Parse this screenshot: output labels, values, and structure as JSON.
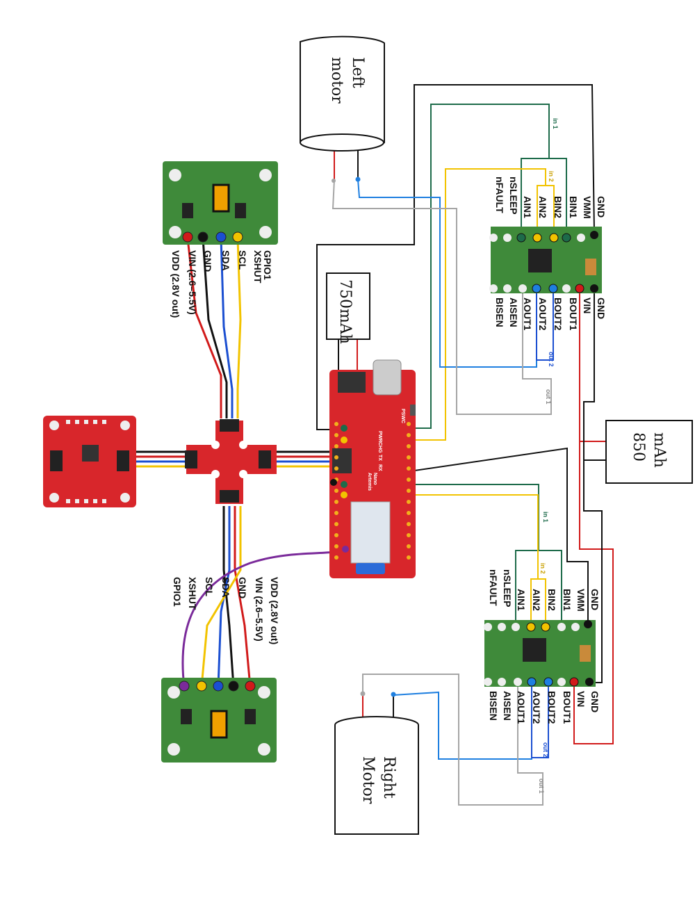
{
  "left_motor": {
    "line1": "Left",
    "line2": "motor"
  },
  "right_motor": {
    "line1": "Right",
    "line2": "Motor"
  },
  "battery_750": {
    "label": "750mAh"
  },
  "battery_850": {
    "line1": "850",
    "line2": "mAh"
  },
  "tof_sensor_top": {
    "pins": [
      "GPIO1",
      "XSHUT",
      "SCL",
      "SDA",
      "GND",
      "VIN (2.6–5.5V)",
      "VDD (2.8V out)"
    ]
  },
  "tof_sensor_bottom": {
    "pins": [
      "VDD (2.8V out)",
      "VIN (2.6–5.5V)",
      "GND",
      "SDA",
      "SCL",
      "XSHUT",
      "GPIO1"
    ]
  },
  "motor_driver_top": {
    "left_pins": [
      "GND",
      "VMM",
      "BIN1",
      "BIN2",
      "AIN2",
      "AIN1",
      "nSLEEP",
      "nFAULT"
    ],
    "right_pins": [
      "GND",
      "VIN",
      "BOUT1",
      "BOUT2",
      "AOUT2",
      "AOUT1",
      "AISEN",
      "BISEN"
    ],
    "in1": "in 1",
    "in2": "in 2",
    "out2": "out 2",
    "out1": "out 1"
  },
  "motor_driver_bottom": {
    "left_pins": [
      "GND",
      "VMM",
      "BIN1",
      "BIN2",
      "AIN2",
      "AIN1",
      "nSLEEP",
      "nFAULT"
    ],
    "right_pins": [
      "GND",
      "VIN",
      "BOUT1",
      "BOUT2",
      "AOUT2",
      "AOUT1",
      "AISEN",
      "BISEN"
    ],
    "in1": "in 1",
    "in2": "in 2",
    "out2": "out 2",
    "out1": "out 1"
  },
  "microcontroller": {
    "silk": [
      "PSWC",
      "PWR",
      "CHG",
      "TX",
      "RX",
      "Artemis",
      "Nano"
    ]
  },
  "colors": {
    "red": "#d11a1a",
    "black": "#111111",
    "blue": "#1b4fd1",
    "yellow": "#f2c300",
    "green": "#1d6b4a",
    "grey": "#a5a5a5",
    "purple": "#7a2a9a",
    "lightblue": "#1e7fe0",
    "pcb_green": "#3f8a3a",
    "pcb_red": "#d8262b"
  }
}
